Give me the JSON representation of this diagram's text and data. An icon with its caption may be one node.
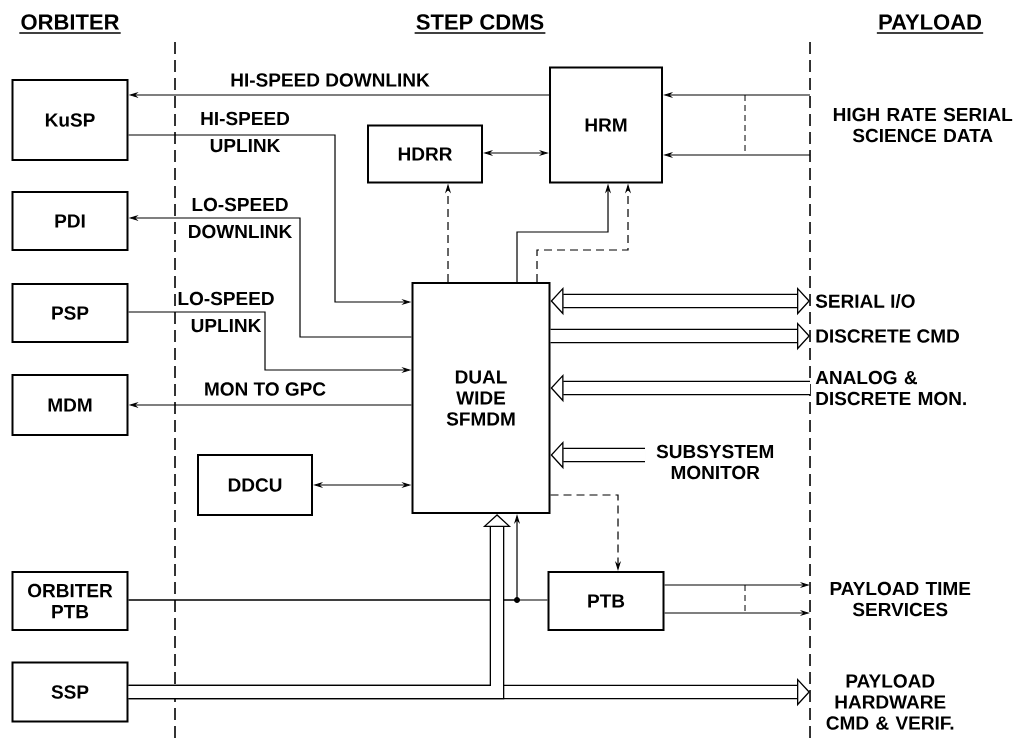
{
  "diagram": {
    "nodes": [
      {
        "text": [
          "KuSP"
        ]
      },
      {
        "text": [
          "PDI"
        ]
      },
      {
        "text": [
          "PSP"
        ]
      },
      {
        "text": [
          "MDM"
        ]
      },
      {
        "text": [
          "ORBITER PTB"
        ]
      },
      {
        "text": [
          "SSP"
        ]
      },
      {
        "text": [
          "HDRR"
        ]
      },
      {
        "text": [
          "HRM"
        ]
      },
      {
        "text": [
          "DUAL WIDE SFMDM"
        ]
      },
      {
        "text": [
          "DDCU"
        ]
      },
      {
        "text": [
          "PTB"
        ]
      },
      {
        "text": [
          "HIGH RATE SERIAL SCIENCE DATA"
        ]
      },
      {
        "text": [
          "SERIAL I/O"
        ]
      },
      {
        "text": [
          "DISCRETE CMD"
        ]
      },
      {
        "text": [
          "ANALOG & DISCRETE MON."
        ]
      },
      {
        "text": [
          "SUBSYSTEM MONITOR"
        ]
      },
      {
        "text": [
          "PAYLOAD TIME SERVICES"
        ]
      },
      {
        "text": [
          "PAYLOAD HARDWARE CMD & VERIF."
        ]
      }
    ],
    "edges": [
      {
        "from": 7,
        "to": 0,
        "arrow": "to",
        "label": "HI-SPEED DOWNLINK"
      },
      {
        "from": 0,
        "to": 8,
        "arrow": "to",
        "label": "HI-SPEED UPLINK"
      },
      {
        "from": 8,
        "to": 1,
        "arrow": "to",
        "label": "LO-SPEED DOWNLINK"
      },
      {
        "from": 2,
        "to": 8,
        "arrow": "to",
        "label": "LO-SPEED UPLINK"
      },
      {
        "from": 8,
        "to": 3,
        "arrow": "to",
        "label": "MON TO GPC"
      },
      {
        "from": 6,
        "to": 7,
        "arrow": "both"
      },
      {
        "from": 8,
        "to": 6,
        "arrow": "to",
        "style": "dashed"
      },
      {
        "from": 8,
        "to": 7,
        "arrow": "to"
      },
      {
        "from": 8,
        "to": 7,
        "arrow": "to",
        "style": "dashed"
      },
      {
        "from": 11,
        "to": 7,
        "arrow": "to"
      },
      {
        "from": 11,
        "to": 7,
        "arrow": "to"
      },
      {
        "from": 8,
        "to": 12,
        "arrow": "both",
        "style": "thick"
      },
      {
        "from": 8,
        "to": 13,
        "arrow": "to",
        "style": "thick"
      },
      {
        "from": 14,
        "to": 8,
        "arrow": "to",
        "style": "thick"
      },
      {
        "from": 15,
        "to": 8,
        "arrow": "to",
        "style": "thick"
      },
      {
        "from": 9,
        "to": 8,
        "arrow": "both"
      },
      {
        "from": 8,
        "to": 10,
        "arrow": "to",
        "style": "dashed"
      },
      {
        "from": 4,
        "to": 10,
        "arrow": "none"
      },
      {
        "from": 4,
        "to": 8,
        "arrow": "to"
      },
      {
        "from": 10,
        "to": 16,
        "arrow": "to"
      },
      {
        "from": 10,
        "to": 16,
        "arrow": "to"
      },
      {
        "from": 5,
        "to": 17,
        "arrow": "to",
        "style": "thick"
      },
      {
        "from": 5,
        "to": 8,
        "arrow": "to",
        "style": "thick"
      }
    ],
    "labels": [
      "ORBITER",
      "STEP CDMS",
      "PAYLOAD"
    ]
  }
}
